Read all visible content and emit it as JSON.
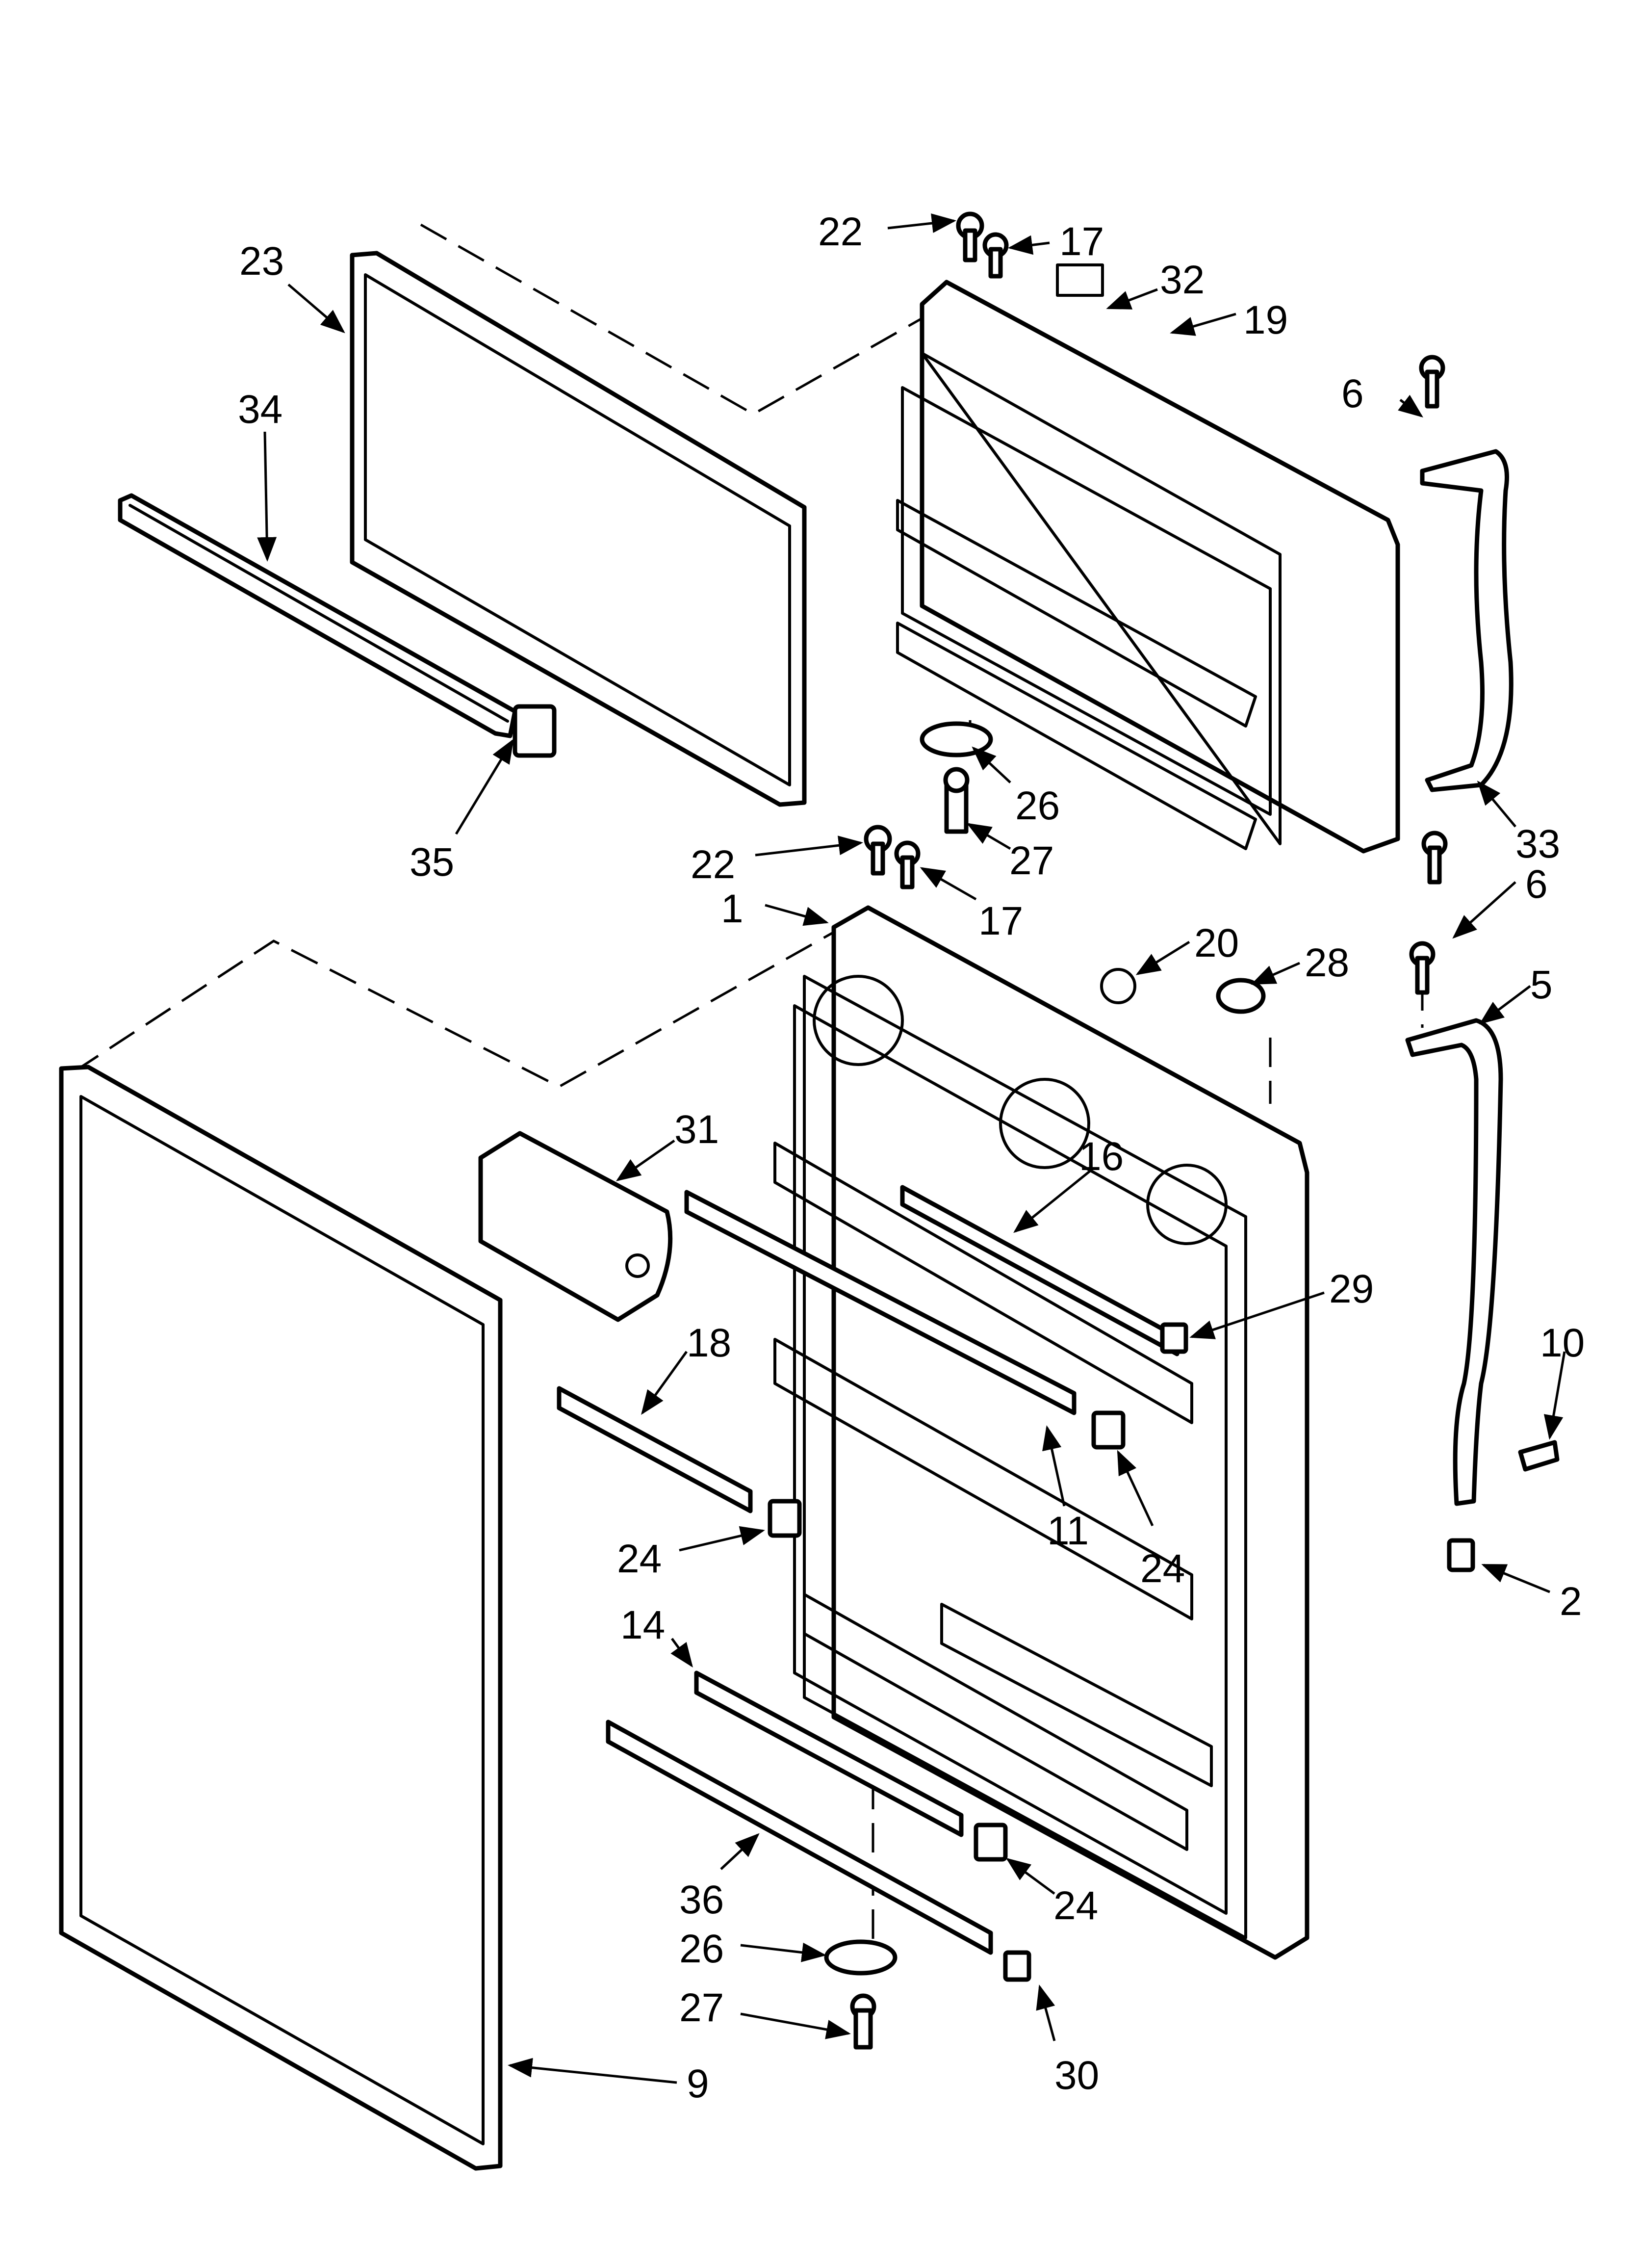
{
  "colors": {
    "ink": "#000000",
    "paper": "#ffffff"
  },
  "callouts": [
    {
      "id": "c22a",
      "label": "22"
    },
    {
      "id": "c17a",
      "label": "17"
    },
    {
      "id": "c32",
      "label": "32"
    },
    {
      "id": "c19",
      "label": "19"
    },
    {
      "id": "c23",
      "label": "23"
    },
    {
      "id": "c34",
      "label": "34"
    },
    {
      "id": "c6a",
      "label": "6"
    },
    {
      "id": "c26a",
      "label": "26"
    },
    {
      "id": "c27a",
      "label": "27"
    },
    {
      "id": "c33",
      "label": "33"
    },
    {
      "id": "c35",
      "label": "35"
    },
    {
      "id": "c22b",
      "label": "22"
    },
    {
      "id": "c1",
      "label": "1"
    },
    {
      "id": "c17b",
      "label": "17"
    },
    {
      "id": "c6b",
      "label": "6"
    },
    {
      "id": "c20",
      "label": "20"
    },
    {
      "id": "c28",
      "label": "28"
    },
    {
      "id": "c5",
      "label": "5"
    },
    {
      "id": "c31",
      "label": "31"
    },
    {
      "id": "c16",
      "label": "16"
    },
    {
      "id": "c29",
      "label": "29"
    },
    {
      "id": "c10",
      "label": "10"
    },
    {
      "id": "c18",
      "label": "18"
    },
    {
      "id": "c11",
      "label": "11"
    },
    {
      "id": "c24a",
      "label": "24"
    },
    {
      "id": "c24b",
      "label": "24"
    },
    {
      "id": "c2",
      "label": "2"
    },
    {
      "id": "c14",
      "label": "14"
    },
    {
      "id": "c24c",
      "label": "24"
    },
    {
      "id": "c36",
      "label": "36"
    },
    {
      "id": "c26b",
      "label": "26"
    },
    {
      "id": "c27b",
      "label": "27"
    },
    {
      "id": "c9",
      "label": "9"
    },
    {
      "id": "c30",
      "label": "30"
    }
  ]
}
